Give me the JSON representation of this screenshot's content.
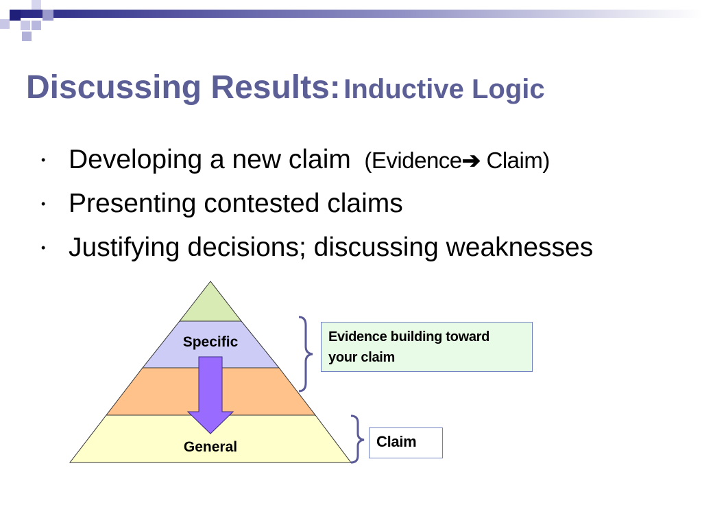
{
  "title": {
    "main": "Discussing Results:",
    "sub": "Inductive Logic"
  },
  "bullets": [
    {
      "marker": "•",
      "text": "Developing a new claim",
      "note_prefix": "(Evidence",
      "note_arrow": "➔",
      "note_suffix": " Claim)"
    },
    {
      "marker": "•",
      "text": "Presenting contested claims"
    },
    {
      "marker": "•",
      "text": "Justifying decisions; discussing weaknesses"
    }
  ],
  "pyramid": {
    "top_label": "Specific",
    "bottom_label": "General",
    "layer_colors": [
      "#d9ebb4",
      "#ccccf7",
      "#ffc28a",
      "#ffffcc"
    ],
    "arrow_color": "#9a6bff"
  },
  "annotations": {
    "evidence_box": {
      "line1": "Evidence building toward",
      "line2": "your claim"
    },
    "claim_box": "Claim"
  },
  "colors": {
    "title": "#5b5f96",
    "bracket": "#5a5a96",
    "header_dark": "#1f1f7a"
  }
}
